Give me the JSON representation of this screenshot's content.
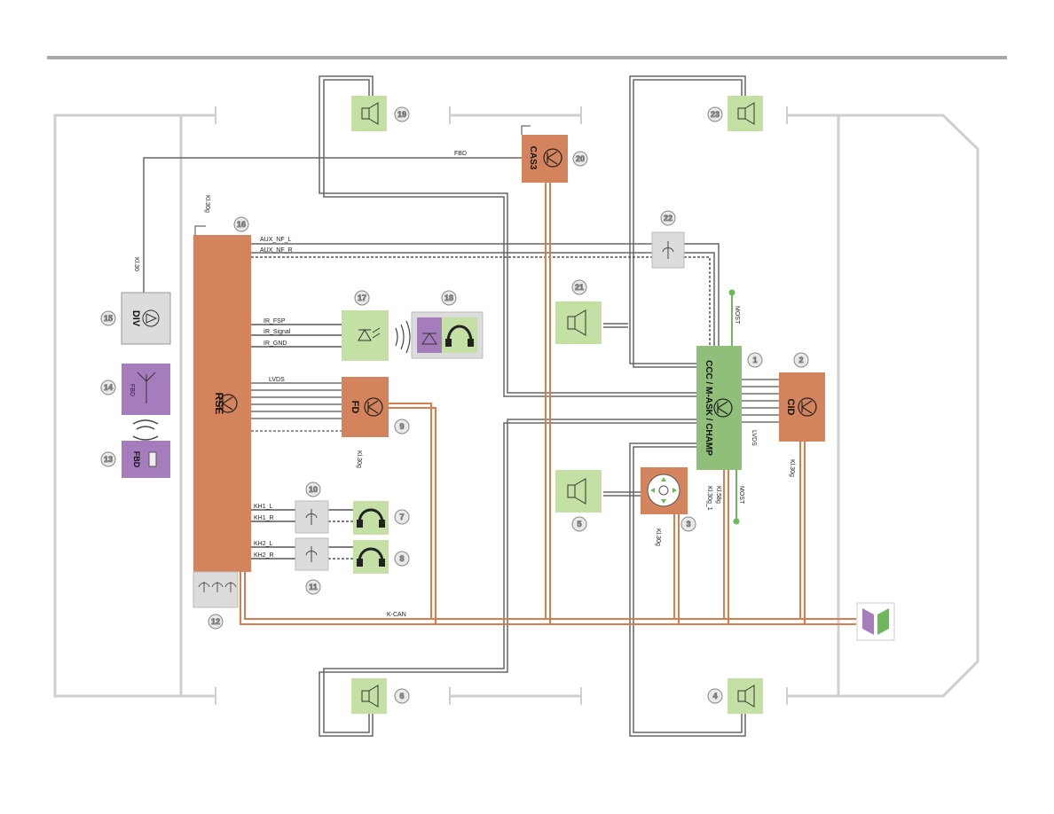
{
  "colors": {
    "control_unit": "#d4845c",
    "speaker": "#c5e0a5",
    "antenna": "#a57dbd",
    "connector": "#dcdcdc",
    "kcan": "#d87e4e",
    "most": "#6cb85a",
    "wire": "#555555",
    "car_outline": "#cccccc"
  },
  "components": {
    "rse": "RSE",
    "div": "DIV",
    "fbd": "FBD",
    "fd": "FD",
    "ccc": "CCC / M-ASK / CHAMP",
    "cid": "CID",
    "cas3": "CAS3"
  },
  "signals": {
    "fbd_line": "FBD",
    "aux_l": "AUX_NF_L",
    "aux_r": "AUX_NF_R",
    "ir_fsp": "IR_FSP",
    "ir_signal": "IR_Signal",
    "ir_gnd": "IR_GND",
    "lvds_rse": "LVDS",
    "lvds_cid": "LVDS",
    "kh1_l": "KH1_L",
    "kh1_r": "KH1_R",
    "kh2_l": "KH2_L",
    "kh2_r": "KH2_R",
    "kcan": "K-CAN",
    "most_top": "MOST",
    "most_bottom": "MOST"
  },
  "terminals": {
    "rse_kl30g": "Kl.30g",
    "div_kl30": "Kl.30",
    "fd_kl30g": "Kl.30g",
    "ctrl_kl30g": "Kl.30g",
    "ccc_kl30g1": "Kl.30g_1",
    "ccc_kl58g": "Kl.58g",
    "cid_kl30g": "Kl.30g"
  },
  "numbers": {
    "n1": "1",
    "n2": "2",
    "n3": "3",
    "n4": "4",
    "n5": "5",
    "n6": "6",
    "n7": "7",
    "n8": "8",
    "n9": "9",
    "n10": "10",
    "n11": "11",
    "n12": "12",
    "n13": "13",
    "n14": "14",
    "n15": "15",
    "n16": "16",
    "n17": "17",
    "n18": "18",
    "n19": "19",
    "n20": "20",
    "n21": "21",
    "n22": "22",
    "n23": "23"
  }
}
